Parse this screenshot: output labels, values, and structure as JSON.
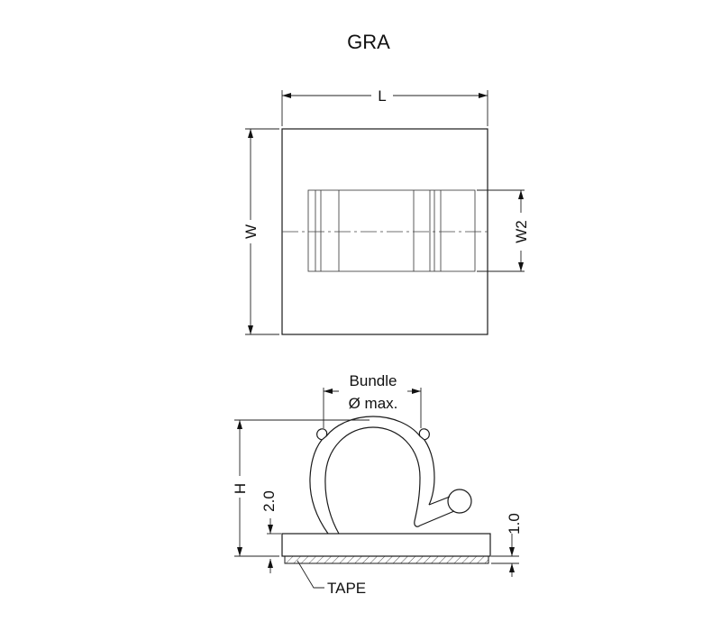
{
  "title": "GRA",
  "top_view": {
    "length_label": "L",
    "width_label": "W",
    "inner_width_label": "W2"
  },
  "side_view": {
    "bundle_label_line1": "Bundle",
    "bundle_label_line2": "Ø max.",
    "height_label": "H",
    "clip_offset_label": "2.0",
    "base_thickness_label": "1.0",
    "tape_label": "TAPE"
  }
}
